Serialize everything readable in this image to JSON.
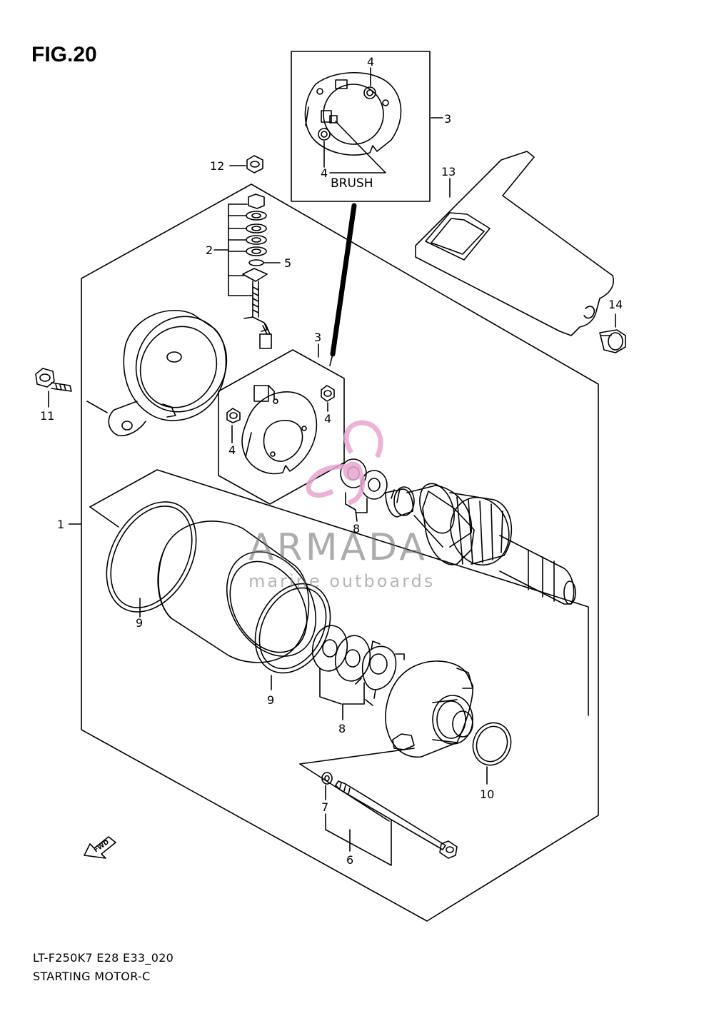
{
  "figure": {
    "title": "FIG.20",
    "model_code": "LT-F250K7 E28 E33_020",
    "name": "STARTING MOTOR-C"
  },
  "inset": {
    "brush_label": "BRUSH"
  },
  "callouts": {
    "c1": "1",
    "c2": "2",
    "c3_inset": "3",
    "c3_main": "3",
    "c4_inset_top": "4",
    "c4_inset_bottom": "4",
    "c4_main_right": "4",
    "c4_main_left": "4",
    "c5": "5",
    "c6": "6",
    "c7": "7",
    "c8_top": "8",
    "c8_bottom": "8",
    "c9_left": "9",
    "c9_right": "9",
    "c10": "10",
    "c11": "11",
    "c12": "12",
    "c13": "13",
    "c14": "14"
  },
  "watermark": {
    "brand": "ARMADA",
    "tagline": "marine outboards",
    "logo_color": "#e7a6cf"
  },
  "fwd_arrow": {
    "label": "FWD"
  }
}
